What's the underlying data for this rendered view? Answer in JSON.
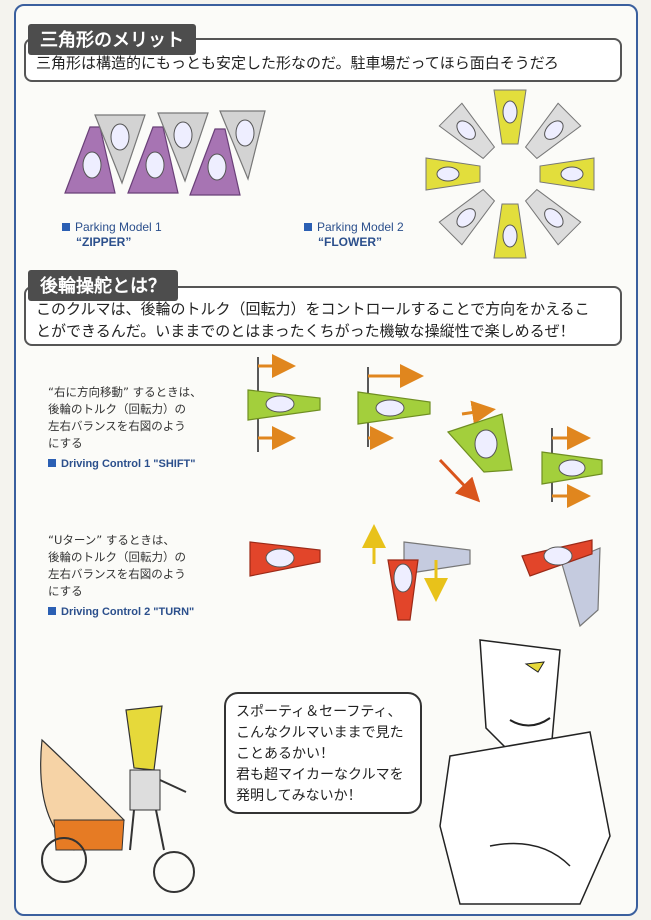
{
  "section1": {
    "title": "三角形のメリット",
    "text": "三角形は構造的にもっとも安定した形なのだ。駐車場だってほら面白そうだろ",
    "model1": {
      "line1": "Parking  Model 1",
      "line2": "“ZIPPER”"
    },
    "model2": {
      "line1": "Parking  Model 2",
      "line2": "“FLOWER”"
    }
  },
  "section2": {
    "title": "後輪操舵とは？",
    "text_line1": "このクルマは、後輪のトルク（回転力）をコントロールすることで方向をかえるこ",
    "text_line2": "とができるんだ。いままでのとはまったくちがった機敏な操縦性で楽しめるぜ！"
  },
  "shift": {
    "line1": "“右に方向移動” するときは、",
    "line2": "後輪のトルク（回転力）の",
    "line3": "左右バランスを右図のよう",
    "line4": "にする",
    "control": "Driving Control 1 \"SHIFT\""
  },
  "turn": {
    "line1": "“Uターン” するときは、",
    "line2": "後輪のトルク（回転力）の",
    "line3": "左右バランスを右図のよう",
    "line4": "にする",
    "control": "Driving Control 2 \"TURN\""
  },
  "speech": {
    "line1": "スポーティ＆セーフティ、",
    "line2": "こんなクルマいままで見た",
    "line3": "ことあるかい！",
    "line4": "君も超マイカーなクルマを",
    "line5": "発明してみないか！"
  },
  "colors": {
    "frame": "#3a5f9e",
    "purple": "#9b6aa8",
    "gray": "#c9c9c9",
    "yellow": "#e0dc3a",
    "green": "#9ccc3a",
    "red": "#e34a2a",
    "orange": "#e8922a"
  }
}
